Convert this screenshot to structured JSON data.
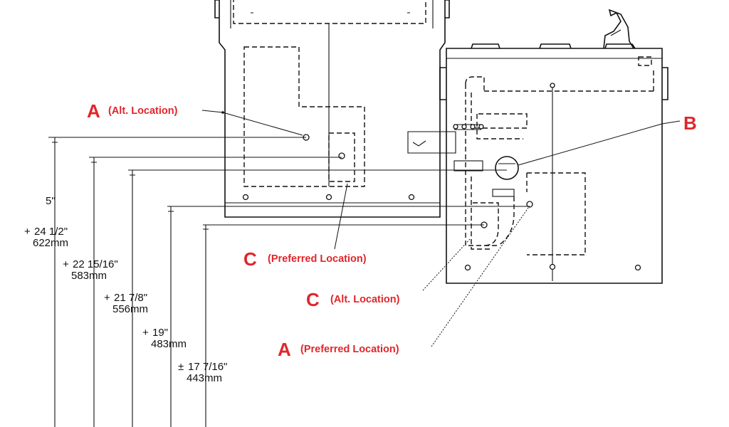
{
  "colors": {
    "callout": "#e0262b",
    "line": "#111111"
  },
  "callouts": {
    "a_alt": {
      "letter": "A",
      "note": "(Alt. Location)"
    },
    "b": {
      "letter": "B"
    },
    "c_preferred": {
      "letter": "C",
      "note": "(Preferred Location)"
    },
    "c_alt": {
      "letter": "C",
      "note": "(Alt. Location)"
    },
    "a_preferred": {
      "letter": "A",
      "note": "(Preferred Location)"
    }
  },
  "dimensions": [
    {
      "inch": "24 1/2\"",
      "mm": "622mm"
    },
    {
      "inch": "22 15/16\"",
      "mm": "583mm"
    },
    {
      "inch": "21 7/8\"",
      "mm": "556mm"
    },
    {
      "inch": "19\"",
      "mm": "483mm"
    },
    {
      "inch": "17 7/16\"",
      "mm": "443mm"
    }
  ],
  "misc": {
    "top_dim_fragment": "5\""
  }
}
